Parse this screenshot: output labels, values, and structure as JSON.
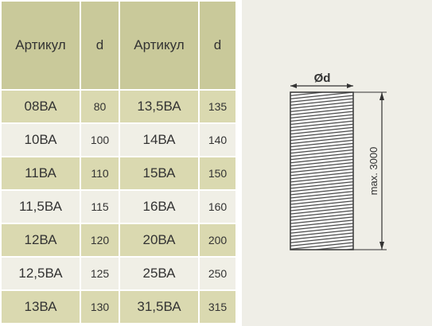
{
  "table": {
    "headers": [
      "Артикул",
      "d",
      "Артикул",
      "d"
    ],
    "rows": [
      [
        "08ВА",
        "80",
        "13,5ВА",
        "135"
      ],
      [
        "10ВА",
        "100",
        "14ВА",
        "140"
      ],
      [
        "11ВА",
        "110",
        "15ВА",
        "150"
      ],
      [
        "11,5ВА",
        "115",
        "16ВА",
        "160"
      ],
      [
        "12ВА",
        "120",
        "20ВА",
        "200"
      ],
      [
        "12,5ВА",
        "125",
        "25ВА",
        "250"
      ],
      [
        "13ВА",
        "130",
        "31,5ВА",
        "315"
      ]
    ]
  },
  "drawing": {
    "diameter_label": "Ød",
    "length_label": "max. 3000"
  }
}
